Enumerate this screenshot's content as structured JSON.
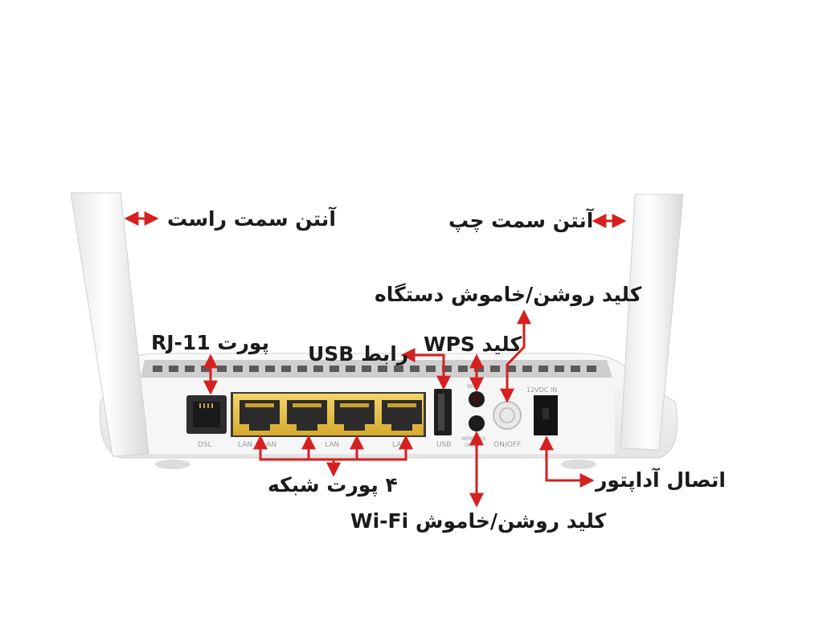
{
  "labels": {
    "right_antenna": "آنتن سمت راست",
    "left_antenna": "آنتن سمت چپ",
    "power_button": "کلید روشن/خاموش دستگاه",
    "rj11_port": "پورت RJ-11",
    "usb_interface": "رابط USB",
    "wps_button": "کلید WPS",
    "network_ports": "۴ پورت شبکه",
    "power_adapter": "اتصال آداپتور",
    "wifi_button": "کلید روشن/خاموش Wi-Fi"
  },
  "device": {
    "dsl": "DSL",
    "lan": [
      "LAN",
      "LAN",
      "LAN",
      "LAN"
    ],
    "usb": "USB",
    "wps": "WPS",
    "wireless": "WIRELESS",
    "onoff_small": "ON/OFF",
    "on_off": "ON/OFF",
    "dc_in": "12VDC IN"
  },
  "colors": {
    "arrow": "#d62020",
    "housing": "#f1f1f1",
    "port_gold": "#e8c24a",
    "text": "#1b1b1b"
  }
}
